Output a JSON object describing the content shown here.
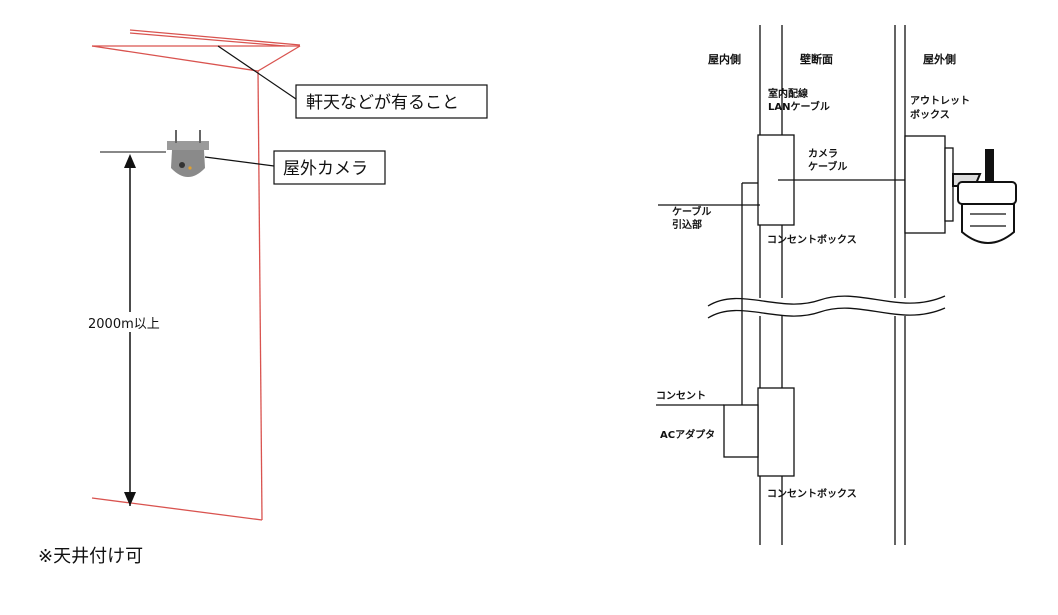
{
  "left": {
    "eaves_label": "軒天などが有ること",
    "camera_label": "屋外カメラ",
    "height_label": "2000m以上",
    "note": "※天井付け可"
  },
  "right": {
    "col_indoor": "屋内側",
    "col_wall": "壁断面",
    "col_outdoor": "屋外側",
    "lan_line1": "室内配線",
    "lan_line2": "LANケーブル",
    "outlet_line1": "アウトレット",
    "outlet_line2": "ボックス",
    "cam_cable_line1": "カメラ",
    "cam_cable_line2": "ケーブル",
    "cable_in_line1": "ケーブル",
    "cable_in_line2": "引込部",
    "box_upper": "コンセントボックス",
    "socket": "コンセント",
    "ac_adapter": "ACアダプタ",
    "box_lower": "コンセントボックス"
  },
  "colors": {
    "wall_red": "#d9534f",
    "line": "#111111",
    "camera_body": "#8a8a8a"
  },
  "icons": [
    "outdoor-camera-icon",
    "wall-mount-camera-icon"
  ]
}
